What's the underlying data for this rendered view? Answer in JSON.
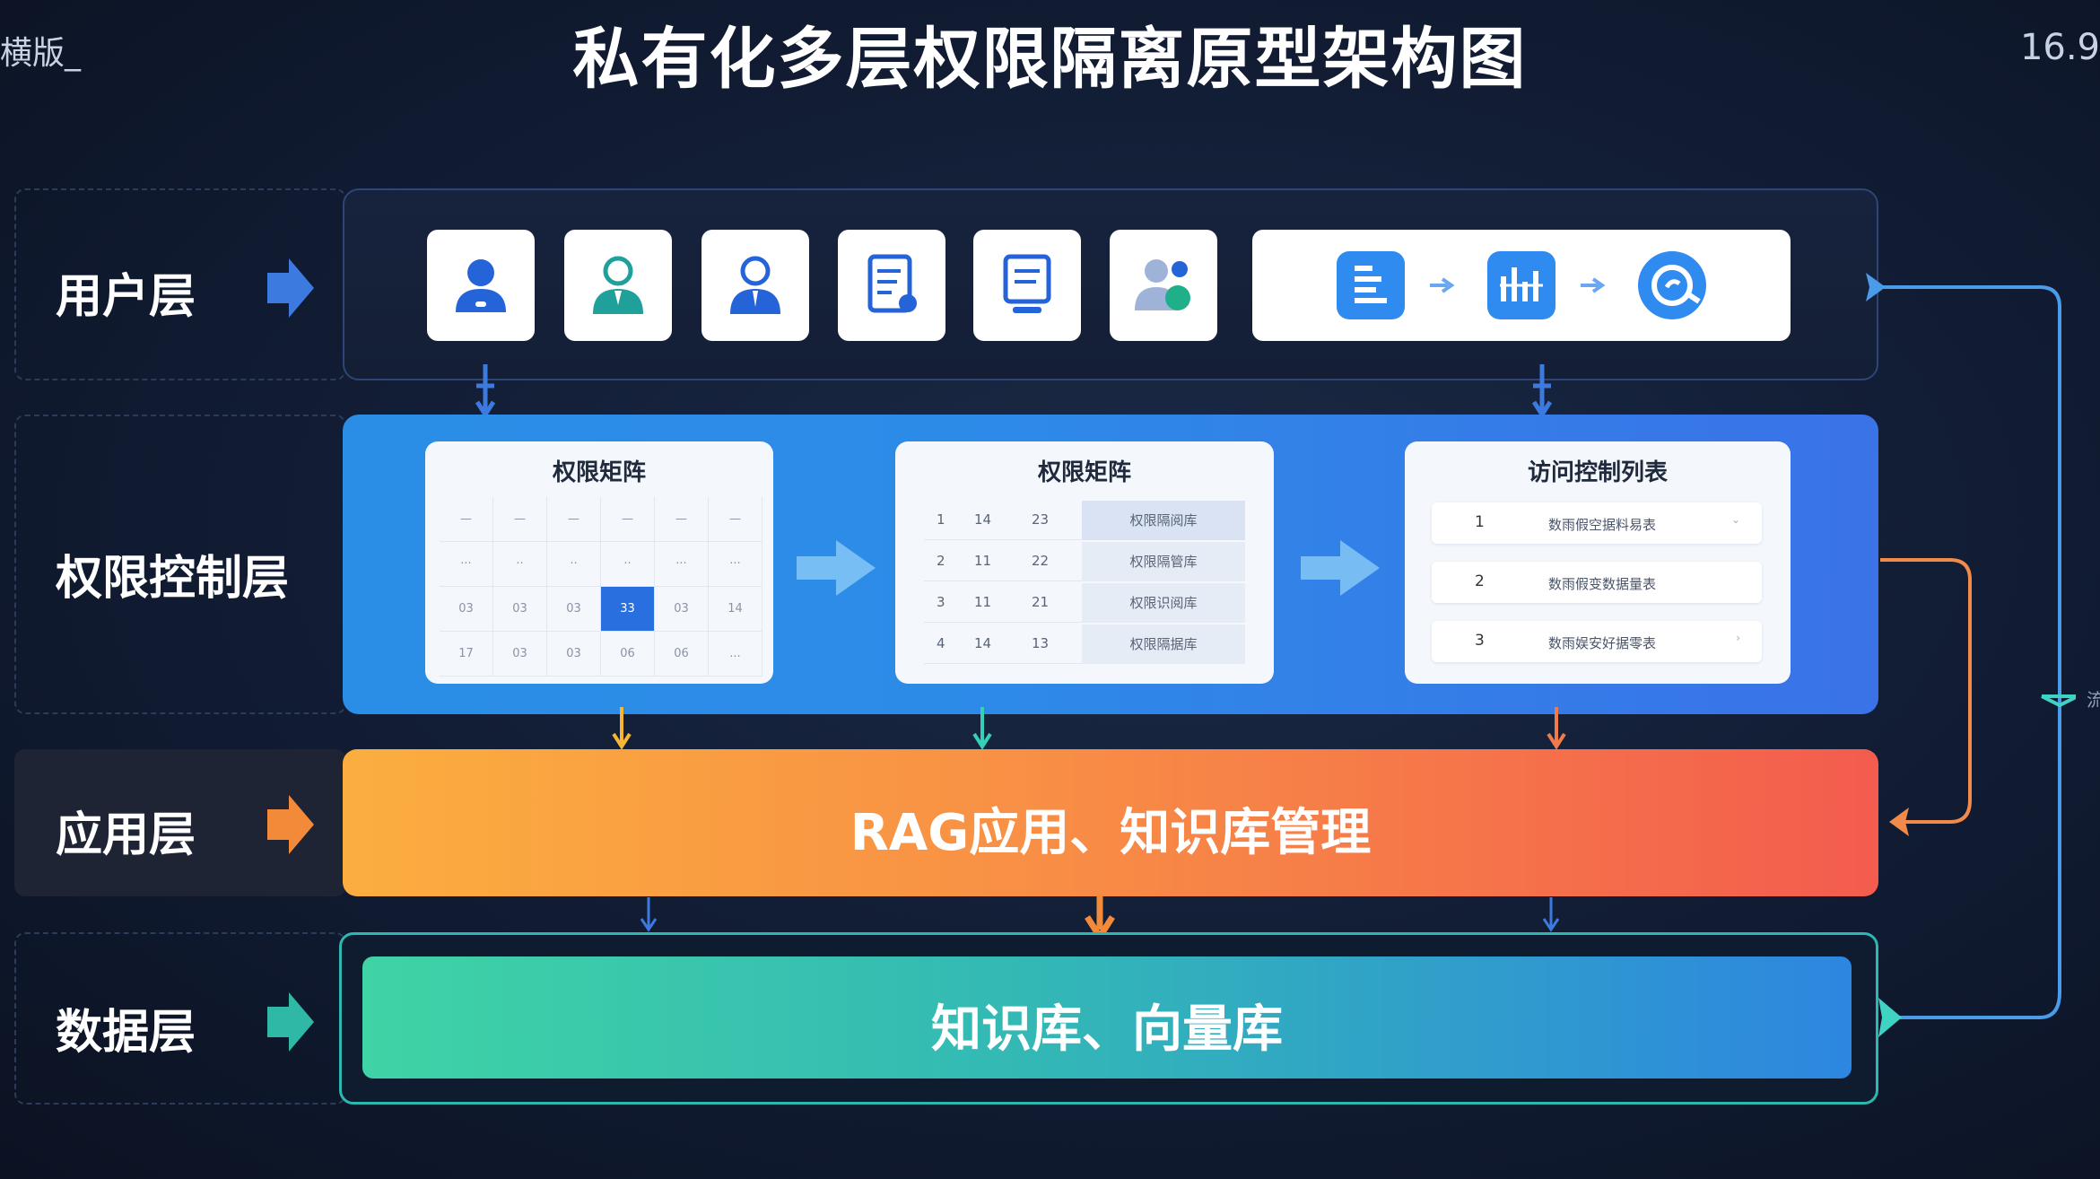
{
  "header": {
    "top_left": "横版_",
    "title": "私有化多层权限隔离原型架构图",
    "top_right": "16.9"
  },
  "layers": {
    "user": "用户层",
    "permission": "权限控制层",
    "application": "应用层",
    "data": "数据层"
  },
  "user_icons": [
    "user-icon",
    "employee-icon",
    "manager-icon",
    "document-icon",
    "monitor-icon",
    "user-group-icon"
  ],
  "flow_icons": [
    "form-icon",
    "process-icon",
    "search-icon"
  ],
  "permission_cards": {
    "matrix_grid": {
      "title": "权限矩阵",
      "header_rows": [
        [
          "—",
          "—",
          "—",
          "—",
          "—",
          "—"
        ],
        [
          "···",
          "··",
          "··",
          "··",
          "···",
          "···"
        ]
      ],
      "rows": [
        [
          "03",
          "03",
          "03",
          "33",
          "03",
          "14"
        ],
        [
          "17",
          "03",
          "03",
          "06",
          "06",
          "..."
        ]
      ],
      "highlight_cell": "33"
    },
    "matrix_table": {
      "title": "权限矩阵",
      "rows": [
        {
          "id": "1",
          "a": "14",
          "b": "23",
          "name": "权限隔阅库"
        },
        {
          "id": "2",
          "a": "11",
          "b": "22",
          "name": "权限隔管库"
        },
        {
          "id": "3",
          "a": "11",
          "b": "21",
          "name": "权限识阅库"
        },
        {
          "id": "4",
          "a": "14",
          "b": "13",
          "name": "权限隔据库"
        }
      ]
    },
    "acl": {
      "title": "访问控制列表",
      "rows": [
        {
          "num": "1",
          "text": "数雨假空据料易表",
          "chev": "⌄"
        },
        {
          "num": "2",
          "text": "数雨假变数据量表",
          "chev": ""
        },
        {
          "num": "3",
          "text": "数雨娱安好据零表",
          "chev": "›"
        }
      ]
    }
  },
  "app_panel": {
    "text": "RAG应用、知识库管理"
  },
  "data_panel": {
    "text": "知识库、向量库"
  },
  "right_edge_char": "流",
  "colors": {
    "background": "#111c33",
    "user_arrow": "#3d7ae0",
    "permission_panel": "#2d8be8",
    "app_orange": "#f88f45",
    "data_teal": "#33b8b5",
    "right_blue_line": "#4a9be8",
    "right_orange_line": "#f28a4a"
  }
}
